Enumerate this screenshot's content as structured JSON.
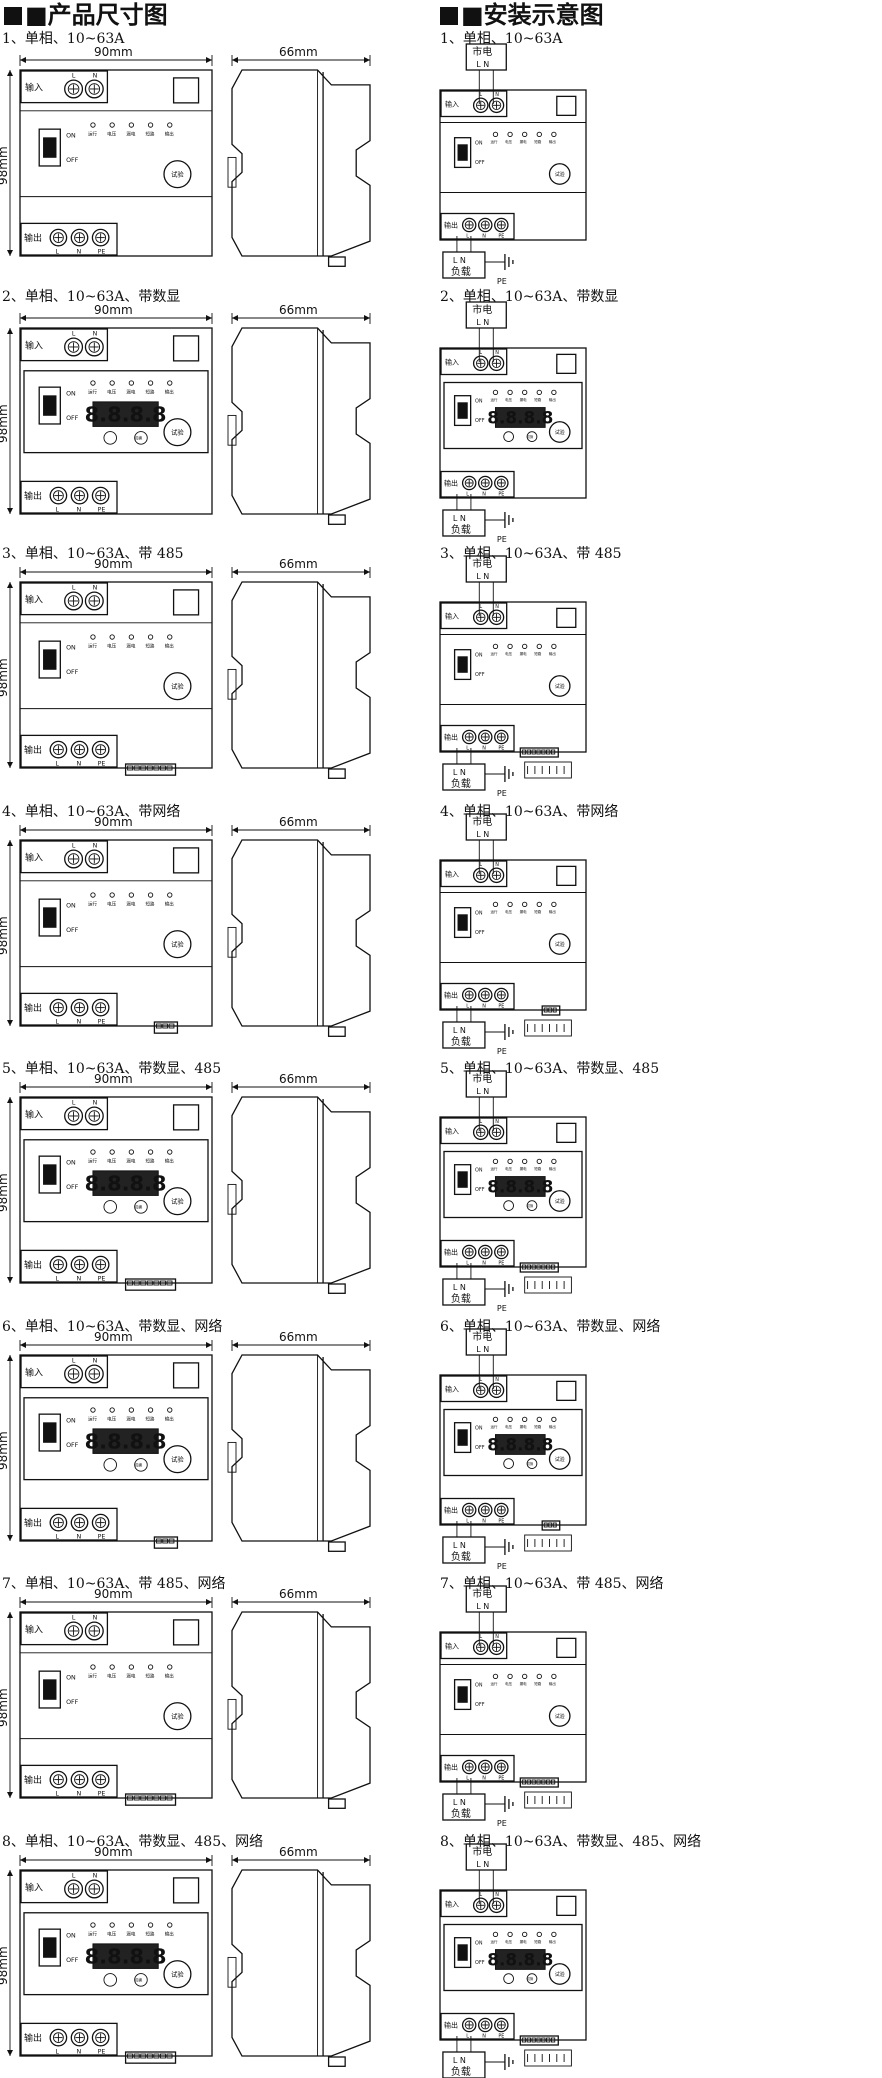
{
  "headers": {
    "dimensions": "■产品尺寸图",
    "installation": "■安装示意图"
  },
  "dimension_labels": {
    "width": "90mm",
    "depth": "66mm",
    "height": "98mm"
  },
  "device_labels": {
    "input": "输入",
    "output": "输出",
    "on": "ON",
    "off": "OFF",
    "L": "L",
    "N": "N",
    "PE": "PE",
    "test": "试验",
    "switch_btn": "切换",
    "indicators": [
      "运行",
      "电压",
      "漏电",
      "短路",
      "输出"
    ],
    "display": "8.8.8.8"
  },
  "install_labels": {
    "mains": "市电",
    "load": "负载",
    "LN": "L  N"
  },
  "models": [
    {
      "left_caption": "1、单相、10~63A",
      "right_caption": "1、单相、10~63A",
      "display": false,
      "rs485": false,
      "network": false
    },
    {
      "left_caption": "2、单相、10~63A、带数显",
      "right_caption": "2、单相、10~63A、带数显",
      "display": true,
      "rs485": false,
      "network": false
    },
    {
      "left_caption": "3、单相、10~63A、带 485",
      "right_caption": "3、单相、10~63A、带 485",
      "display": false,
      "rs485": true,
      "network": false
    },
    {
      "left_caption": "4、单相、10~63A、带网络",
      "right_caption": "4、单相、10~63A、带网络",
      "display": false,
      "rs485": false,
      "network": true
    },
    {
      "left_caption": "5、单相、10~63A、带数显、485",
      "right_caption": "5、单相、10~63A、带数显、485",
      "display": true,
      "rs485": true,
      "network": false
    },
    {
      "left_caption": "6、单相、10~63A、带数显、网络",
      "right_caption": "6、单相、10~63A、带数显、网络",
      "display": true,
      "rs485": false,
      "network": true
    },
    {
      "left_caption": "7、单相、10~63A、带 485、网络",
      "right_caption": "7、单相、10~63A、带 485、网络",
      "display": false,
      "rs485": true,
      "network": true
    },
    {
      "left_caption": "8、单相、10~63A、带数显、485、网络",
      "right_caption": "8、单相、10~63A、带数显、485、网络",
      "display": true,
      "rs485": true,
      "network": true
    }
  ]
}
